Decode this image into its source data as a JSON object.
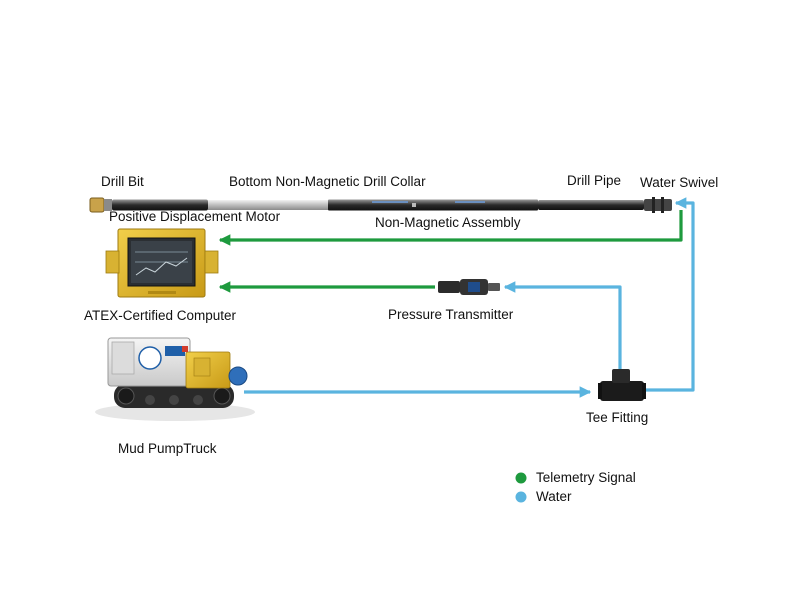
{
  "colors": {
    "telemetry": "#1e9a3e",
    "water": "#5ab4df"
  },
  "labels": {
    "drill_bit": "Drill Bit",
    "collar": "Bottom Non-Magnetic Drill Collar",
    "drill_pipe": "Drill Pipe",
    "water_swivel": "Water Swivel",
    "pdm": "Positive Displacement Motor",
    "nm_assembly": "Non-Magnetic Assembly",
    "computer": "ATEX-Certified Computer",
    "pressure_transmitter": "Pressure Transmitter",
    "tee_fitting": "Tee Fitting",
    "pump_truck": "Mud PumpTruck"
  },
  "legend": [
    {
      "label": "Telemetry Signal",
      "color": "#1e9a3e"
    },
    {
      "label": "Water",
      "color": "#5ab4df"
    }
  ],
  "icons": {
    "drill_string": "drill-string-icon",
    "computer": "atex-computer-icon",
    "transmitter": "pressure-transmitter-icon",
    "tee": "tee-fitting-icon",
    "truck": "mud-pump-truck-icon"
  }
}
